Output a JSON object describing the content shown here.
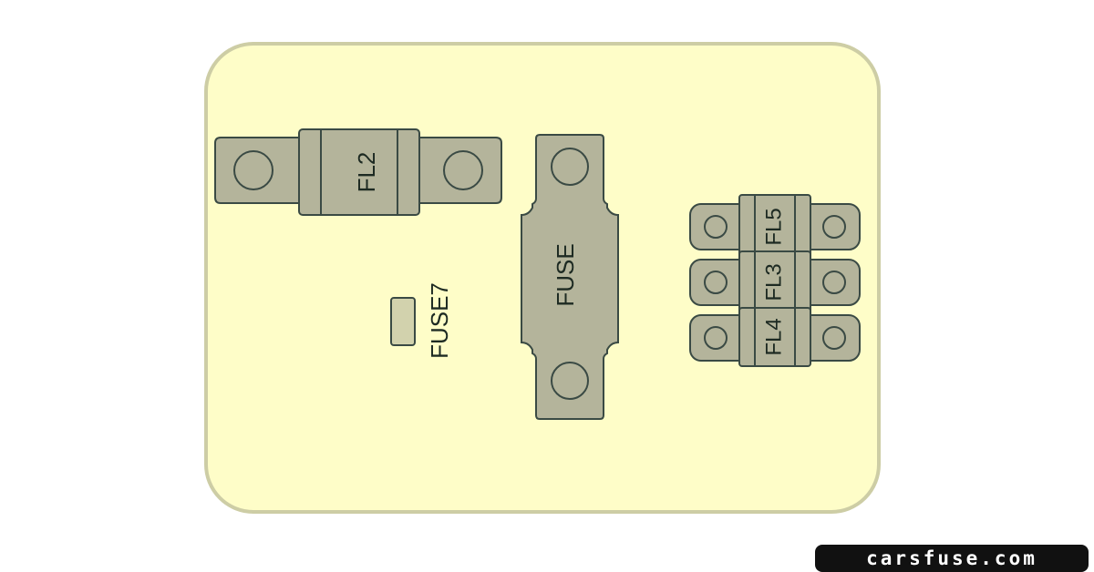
{
  "diagram": {
    "fuses": [
      {
        "id": "fl2",
        "label": "FL2"
      },
      {
        "id": "fuse-main",
        "label": "FUSE"
      },
      {
        "id": "fuse7",
        "label": "FUSE7"
      },
      {
        "id": "fl5",
        "label": "FL5"
      },
      {
        "id": "fl3",
        "label": "FL3"
      },
      {
        "id": "fl4",
        "label": "FL4"
      }
    ]
  },
  "watermark": {
    "text": "carsfuse.com"
  },
  "colors": {
    "box_fill": "#fefdc8",
    "box_stroke": "#cdcda5",
    "fuse_fill": "#b4b49b",
    "fuse_stroke": "#3a4a44",
    "hole_fill": "#b4b49b"
  }
}
